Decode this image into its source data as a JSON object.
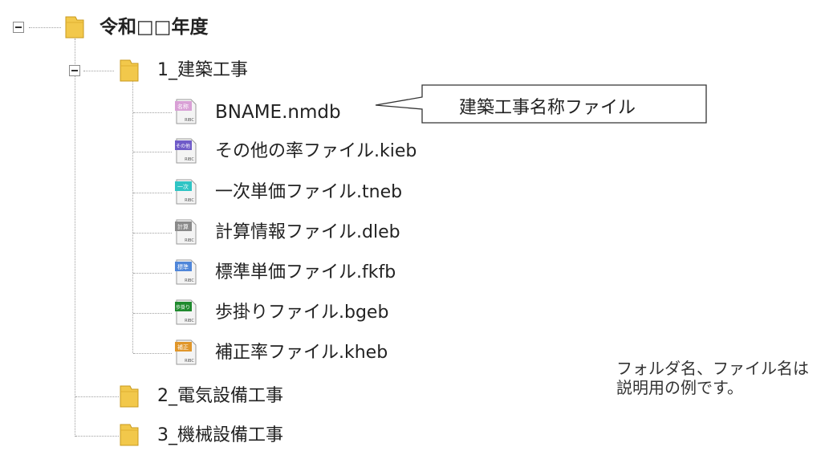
{
  "tree": {
    "root": {
      "label": "令和□□年度"
    },
    "folders": [
      {
        "label": "1_建築工事"
      },
      {
        "label": "2_電気設備工事"
      },
      {
        "label": "3_機械設備工事"
      }
    ],
    "files": [
      {
        "label": "BNAME.nmdb",
        "icon_text": "名称",
        "icon_color": "#d9a0d6",
        "icon_sub": "RIBC"
      },
      {
        "label": "その他の率ファイル.kieb",
        "icon_text": "その他",
        "icon_color": "#6f5bc8",
        "icon_sub": "RIBC"
      },
      {
        "label": "一次単価ファイル.tneb",
        "icon_text": "一次",
        "icon_color": "#2fc4c4",
        "icon_sub": "RIBC"
      },
      {
        "label": "計算情報ファイル.dleb",
        "icon_text": "計算",
        "icon_color": "#8a8a8a",
        "icon_sub": "RIBC"
      },
      {
        "label": "標準単価ファイル.fkfb",
        "icon_text": "標準",
        "icon_color": "#4f86d9",
        "icon_sub": "RIBC"
      },
      {
        "label": "歩掛りファイル.bgeb",
        "icon_text": "歩掛り",
        "icon_color": "#1f8a2e",
        "icon_sub": "RIBC"
      },
      {
        "label": "補正率ファイル.kheb",
        "icon_text": "補正",
        "icon_color": "#e0962a",
        "icon_sub": "RIBC"
      }
    ]
  },
  "callout": {
    "text": "建築工事名称ファイル"
  },
  "note": {
    "line1": "フォルダ名、ファイル名は",
    "line2": "説明用の例です。"
  },
  "colors": {
    "folder": "#f2c84b",
    "line": "#a0a0a0"
  }
}
